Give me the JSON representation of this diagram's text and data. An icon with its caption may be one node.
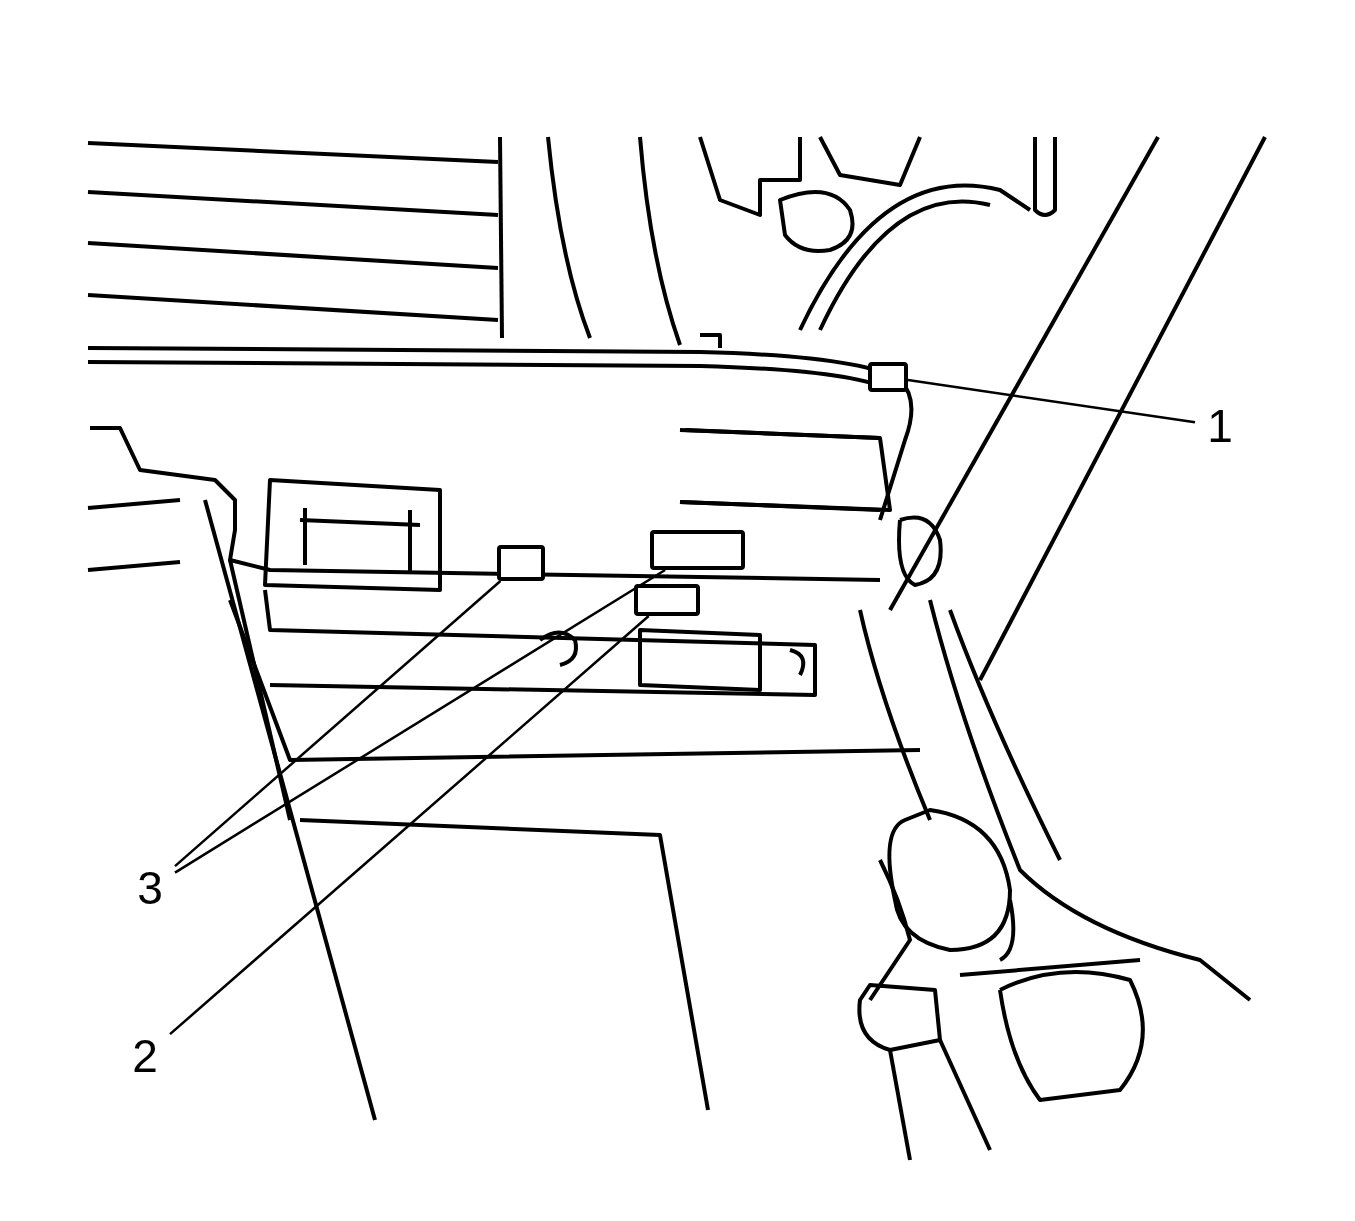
{
  "diagram": {
    "nodes": [
      {
        "text": [
          "1"
        ]
      },
      {
        "text": [],
        "shape": "box"
      },
      {
        "text": [
          "2"
        ]
      },
      {
        "text": [],
        "shape": "box"
      },
      {
        "text": [
          "3"
        ]
      },
      {
        "text": [],
        "shape": "box"
      },
      {
        "text": [],
        "shape": "box"
      }
    ],
    "edges": [
      {
        "from": 0,
        "to": 1,
        "arrow": "none"
      },
      {
        "from": 2,
        "to": 3,
        "arrow": "none"
      },
      {
        "from": 4,
        "to": 5,
        "arrow": "none"
      },
      {
        "from": 4,
        "to": 6,
        "arrow": "none"
      }
    ]
  }
}
